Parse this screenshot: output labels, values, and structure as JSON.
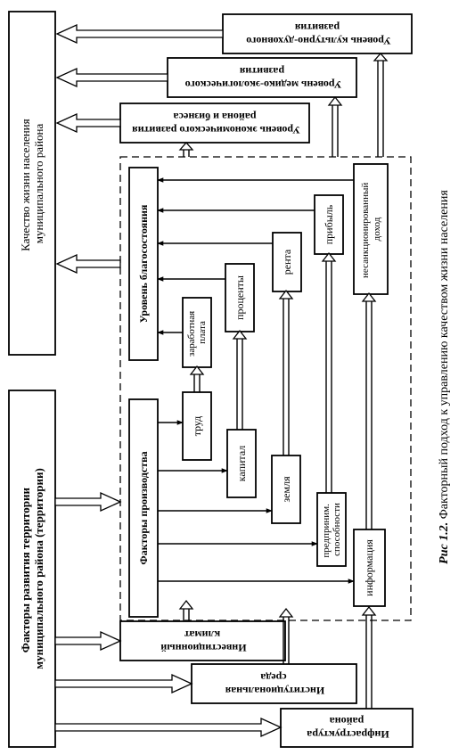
{
  "caption": {
    "prefix": "Рис 1.2.",
    "text": " Факторный подход к управлению качеством жизни населения"
  },
  "boxes": {
    "quality_of_life": [
      "Качество жизни населения",
      "муниципального района"
    ],
    "development_factors": [
      "Факторы развития территории",
      "муниципального района (территории)"
    ],
    "economic_level": [
      "Уровень экономического развития",
      "района и бизнеса"
    ],
    "medical_level": [
      "Уровень медико-экологического",
      "развития"
    ],
    "cultural_level": [
      "Уровень культурно-духовного",
      "развития"
    ],
    "investment_climate": [
      "Инвестиционный",
      "климат"
    ],
    "institutional_env": [
      "Институциональная",
      "среда"
    ],
    "infrastructure": [
      "Инфраструктура",
      "района"
    ],
    "production_factors": "Факторы производства",
    "welfare": "Уровень благосостояния",
    "labor": "труд",
    "capital": "капитал",
    "land": "земля",
    "entrepreneurship": [
      "предприним.",
      "способности"
    ],
    "information": "информация",
    "wage": [
      "заработная",
      "плата"
    ],
    "interest": "проценты",
    "rent": "рента",
    "profit": "прибыль",
    "unsanctioned_income": [
      "несанкционированный",
      "доход"
    ]
  }
}
